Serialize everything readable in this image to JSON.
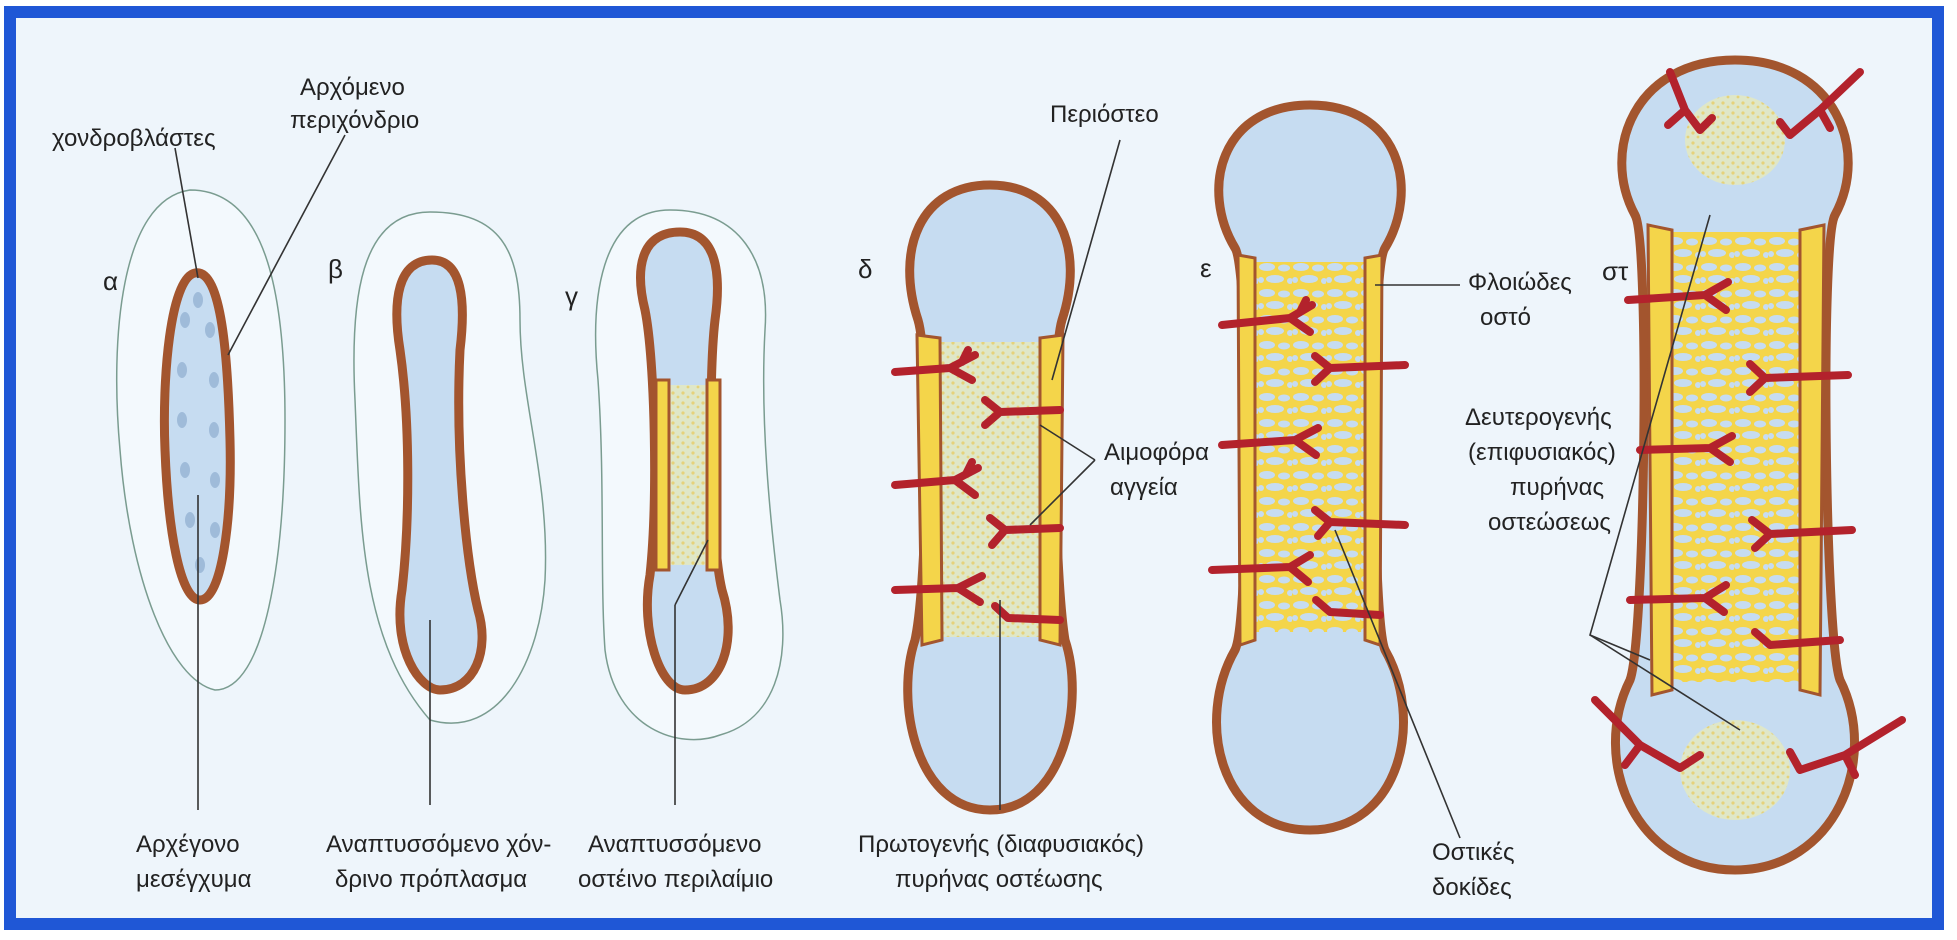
{
  "stages": [
    {
      "id": "a",
      "label": "α"
    },
    {
      "id": "b",
      "label": "β"
    },
    {
      "id": "c",
      "label": "γ"
    },
    {
      "id": "d",
      "label": "δ"
    },
    {
      "id": "e",
      "label": "ε"
    },
    {
      "id": "f",
      "label": "στ"
    }
  ],
  "labels": {
    "chondroblasts": "χονδροβλάστες",
    "perichondrium_1": "Αρχόμενο",
    "perichondrium_2": "περιχόνδριο",
    "mesenchyme_1": "Αρχέγονο",
    "mesenchyme_2": "μεσέγχυμα",
    "cartilage_1": "Αναπτυσσόμενο χόν-",
    "cartilage_2": "δρινο πρόπλασμα",
    "collar_1": "Αναπτυσσόμενο",
    "collar_2": "οστέινο περιλαίμιο",
    "periosteum": "Περιόστεο",
    "vessels_1": "Αιμοφόρα",
    "vessels_2": "αγγεία",
    "primary_1": "Πρωτογενής (διαφυσιακός)",
    "primary_2": "πυρήνας οστέωσης",
    "compact_1": "Φλοιώδες",
    "compact_2": "οστό",
    "trabeculae_1": "Οστικές",
    "trabeculae_2": "δοκίδες",
    "secondary_1": "Δευτερογενής",
    "secondary_2": "(επιφυσιακός)",
    "secondary_3": "πυρήνας",
    "secondary_4": "οστεώσεως"
  },
  "colors": {
    "frame": "#1f57d6",
    "background": "#eef5fb",
    "cartilage": "#c6dcf1",
    "membrane": "#a3552e",
    "bone": "#f4d54a",
    "vessel": "#b3222c"
  }
}
